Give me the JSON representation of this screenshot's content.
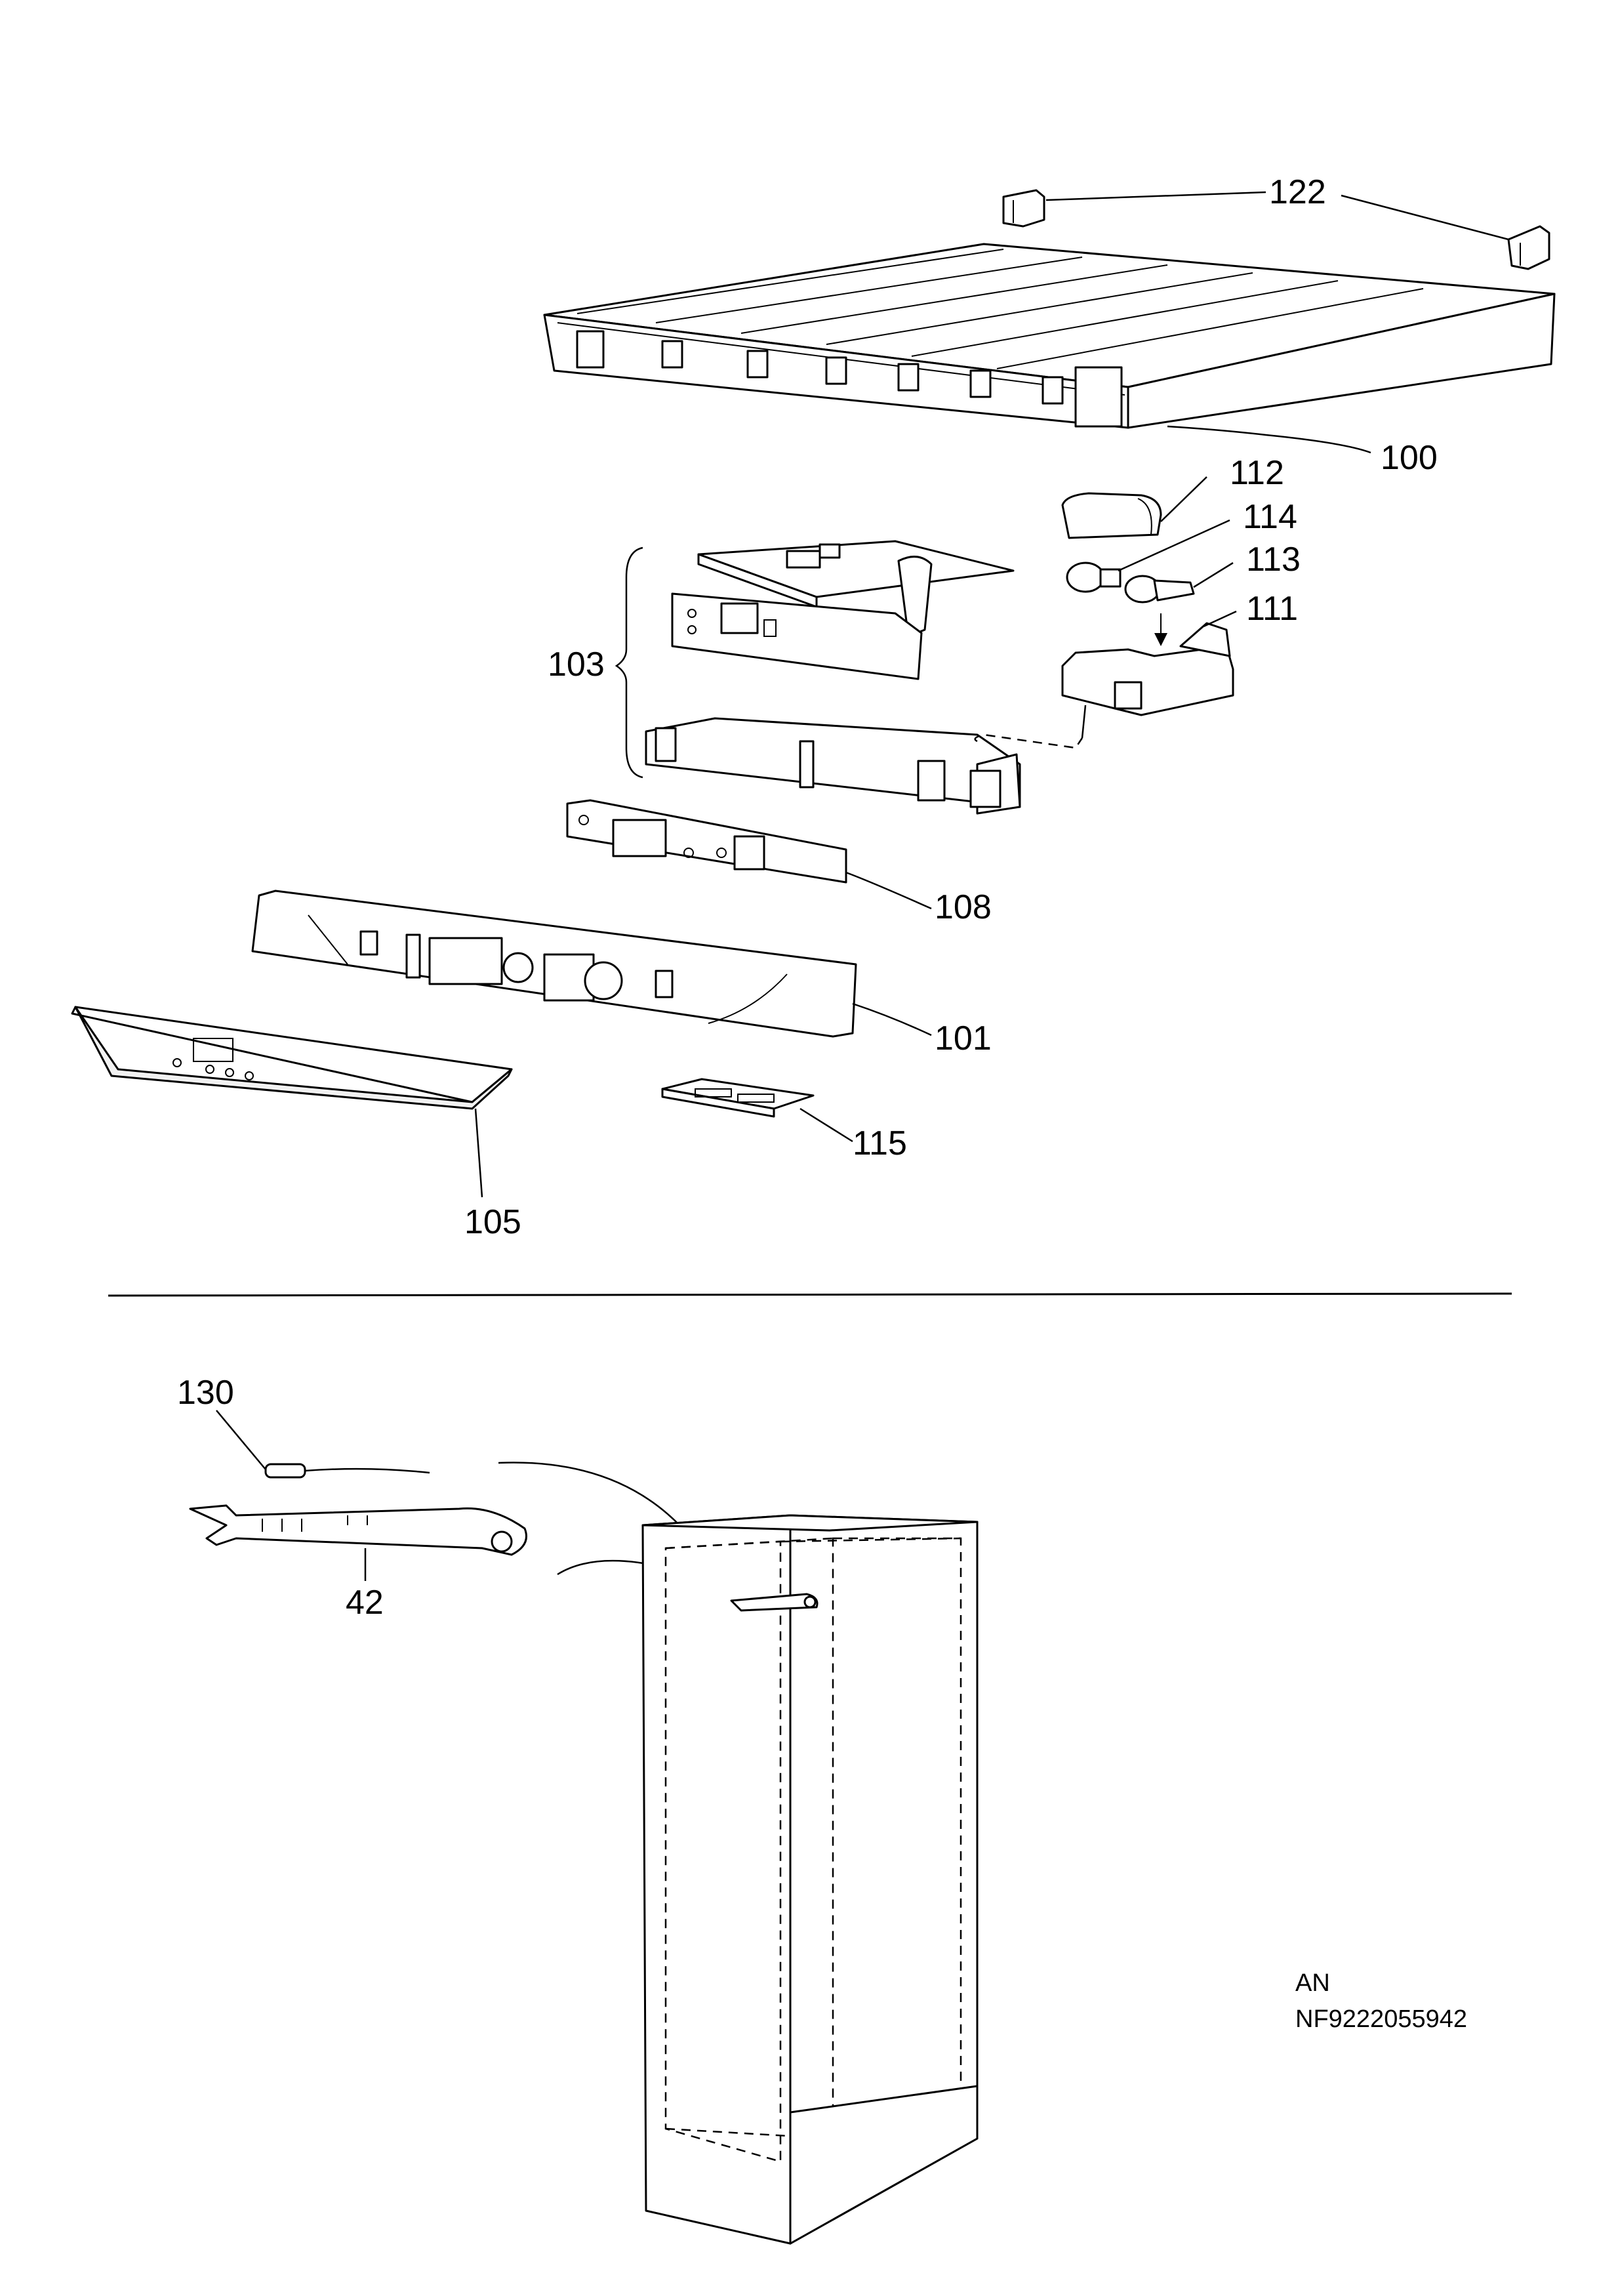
{
  "callouts": {
    "c122": "122",
    "c100": "100",
    "c112": "112",
    "c114": "114",
    "c113": "113",
    "c111": "111",
    "c103": "103",
    "c108": "108",
    "c101": "101",
    "c115": "115",
    "c105": "105",
    "c130": "130",
    "c42": "42"
  },
  "reference": {
    "line1": "AN",
    "line2": "NF9222055942"
  }
}
